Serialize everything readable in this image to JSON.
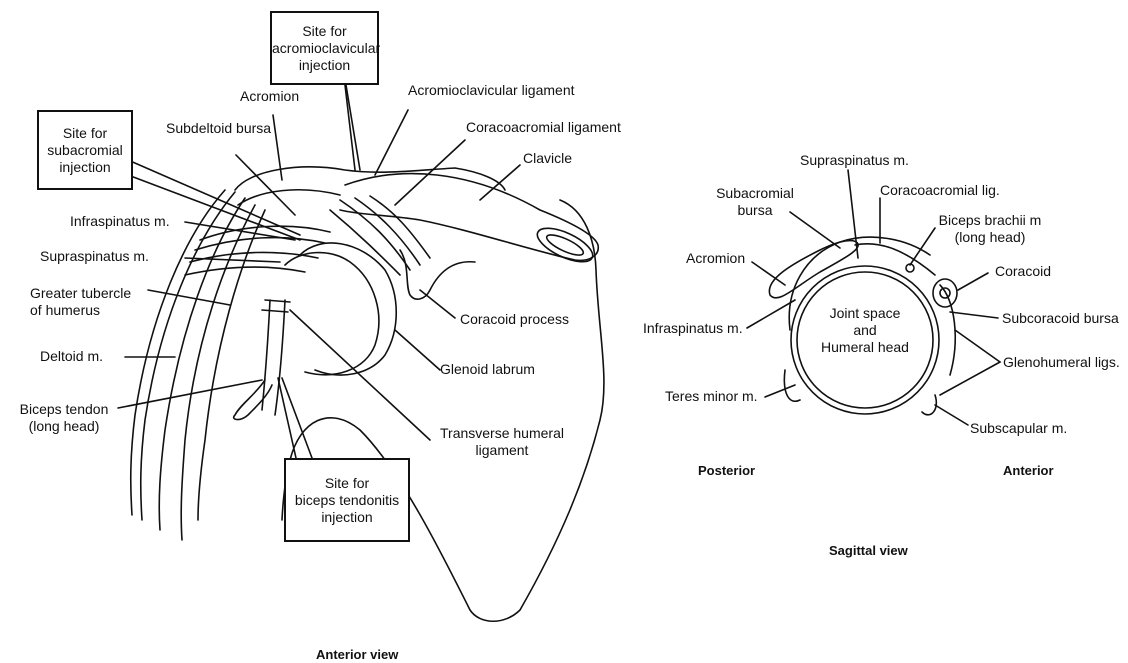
{
  "anterior": {
    "boxes": {
      "acromioclavicular": [
        "Site for",
        "acromioclavicular",
        "injection"
      ],
      "subacromial": [
        "Site for",
        "subacromial",
        "injection"
      ],
      "biceps": [
        "Site for",
        "biceps tendonitis",
        "injection"
      ]
    },
    "labels": {
      "acromion": "Acromion",
      "acromioclavicular_ligament": "Acromioclavicular ligament",
      "coracoacromial_ligament": "Coracoacromial ligament",
      "subdeltoid_bursa": "Subdeltoid bursa",
      "clavicle": "Clavicle",
      "infraspinatus": "Infraspinatus m.",
      "supraspinatus": "Supraspinatus m.",
      "greater_tubercle": [
        "Greater tubercle",
        "of humerus"
      ],
      "coracoid_process": "Coracoid process",
      "deltoid": "Deltoid m.",
      "glenoid_labrum": "Glenoid labrum",
      "biceps_tendon": [
        "Biceps tendon",
        "(long head)"
      ],
      "transverse_humeral": [
        "Transverse humeral",
        "ligament"
      ]
    },
    "view_title": "Anterior view"
  },
  "sagittal": {
    "labels": {
      "supraspinatus": "Supraspinatus m.",
      "subacromial_bursa": [
        "Subacromial",
        "bursa"
      ],
      "coracoacromial_lig": "Coracoacromial lig.",
      "biceps_brachii": [
        "Biceps brachii m",
        "(long head)"
      ],
      "acromion": "Acromion",
      "coracoid": "Coracoid",
      "infraspinatus": "Infraspinatus m.",
      "joint_space": [
        "Joint space",
        "and",
        "Humeral head"
      ],
      "subcoracoid_bursa": "Subcoracoid bursa",
      "glenohumeral_ligs": "Glenohumeral ligs.",
      "teres_minor": "Teres minor m.",
      "subscapular": "Subscapular m.",
      "posterior": "Posterior",
      "anterior": "Anterior"
    },
    "view_title": "Sagittal view"
  }
}
